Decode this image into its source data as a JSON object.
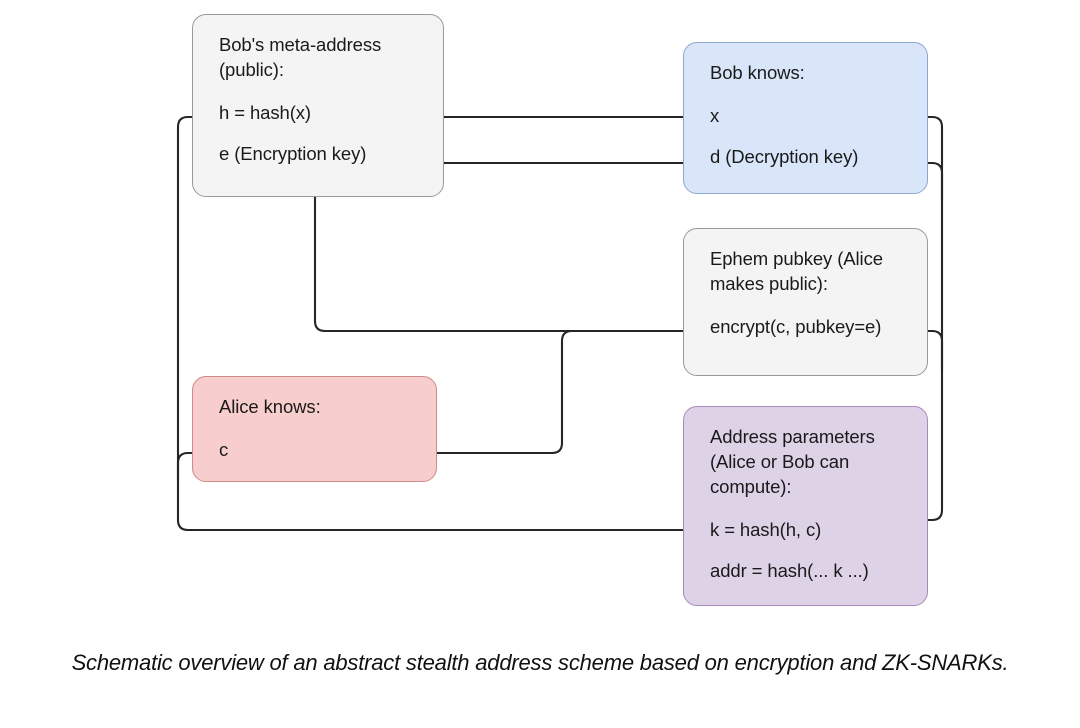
{
  "diagram": {
    "title": "Abstract stealth address scheme",
    "nodes": [
      {
        "id": "meta",
        "name": "bobs-meta-address",
        "title": "Bob's meta-address\n(public):",
        "rows": [
          "h = hash(x)",
          "e (Encryption key)"
        ],
        "fill": "#f4f4f4",
        "stroke": "#9a9a9a"
      },
      {
        "id": "bob",
        "name": "bob-knows",
        "title": "Bob knows:",
        "rows": [
          "x",
          "d (Decryption key)"
        ],
        "fill": "#d9e6fa",
        "stroke": "#8ca8cf"
      },
      {
        "id": "ephem",
        "name": "ephemeral-pubkey",
        "title": "Ephem pubkey (Alice\nmakes public):",
        "rows": [
          "encrypt(c, pubkey=e)"
        ],
        "fill": "#f4f4f4",
        "stroke": "#9a9a9a"
      },
      {
        "id": "alice",
        "name": "alice-knows",
        "title": "Alice knows:",
        "rows": [
          "c"
        ],
        "fill": "#f8cdcd",
        "stroke": "#d08a8a"
      },
      {
        "id": "addr",
        "name": "address-parameters",
        "title": "Address parameters\n(Alice or Bob can\ncompute):",
        "rows": [
          "k = hash(h, c)",
          "addr = hash(... k ...)"
        ],
        "fill": "#ded2e6",
        "stroke": "#a98bbd"
      }
    ],
    "edges": [
      {
        "from": "bob.x",
        "to": "meta.h",
        "label": ""
      },
      {
        "from": "bob.d",
        "to": "meta.e",
        "label": ""
      },
      {
        "from": "meta.e",
        "to": "ephem.encrypt",
        "label": ""
      },
      {
        "from": "alice.c",
        "to": "ephem.encrypt",
        "label": ""
      },
      {
        "from": "meta.h",
        "to": "addr.k",
        "label": ""
      },
      {
        "from": "alice.c",
        "to": "addr.k",
        "label": ""
      },
      {
        "from": "bob.x",
        "to": "addr.k",
        "label": ""
      },
      {
        "from": "bob.d",
        "to": "addr.k",
        "label": ""
      },
      {
        "from": "ephem.encrypt",
        "to": "addr.k",
        "label": ""
      }
    ],
    "edge_color": "#262626"
  },
  "caption": "Schematic overview of an abstract stealth address scheme based on encryption and ZK-SNARKs."
}
